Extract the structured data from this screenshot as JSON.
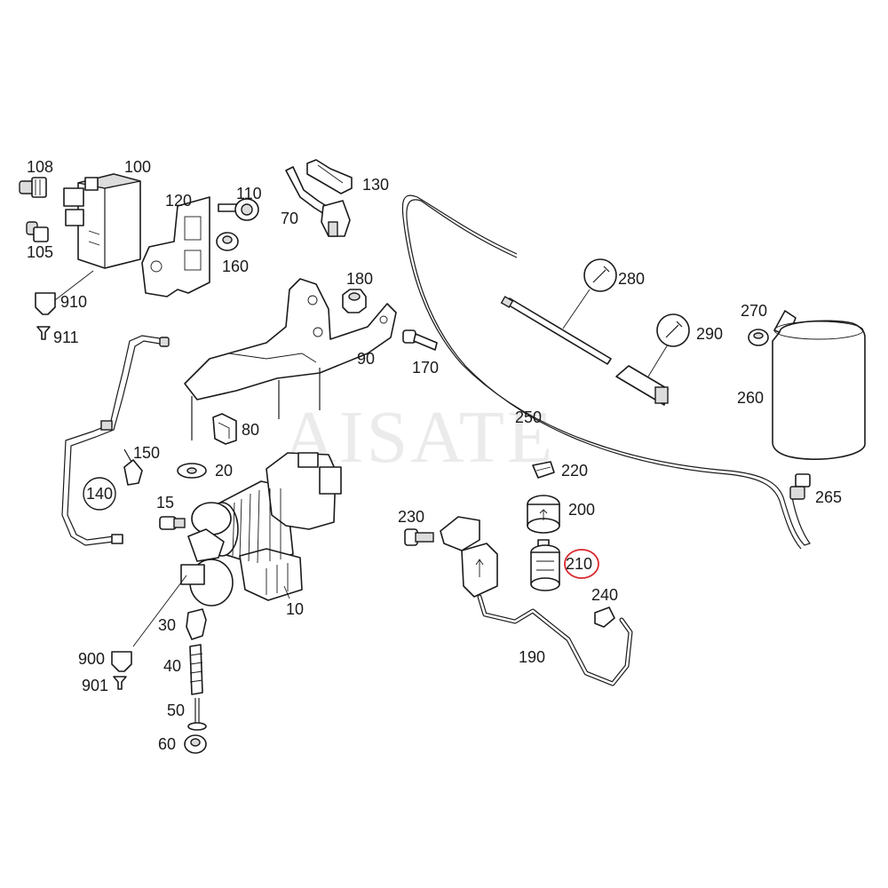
{
  "watermark": "AISATE",
  "highlight_color": "#d9282f",
  "labels": {
    "l108": "108",
    "l100": "100",
    "l105": "105",
    "l910": "910",
    "l911": "911",
    "l120": "120",
    "l110": "110",
    "l160": "160",
    "l70": "70",
    "l130": "130",
    "l180": "180",
    "l90": "90",
    "l170": "170",
    "l80": "80",
    "l150": "150",
    "l140": "140",
    "l20": "20",
    "l15": "15",
    "l10": "10",
    "l30": "30",
    "l40": "40",
    "l50": "50",
    "l60": "60",
    "l900": "900",
    "l901": "901",
    "l280": "280",
    "l290": "290",
    "l270": "270",
    "l260": "260",
    "l265": "265",
    "l250": "250",
    "l220": "220",
    "l200": "200",
    "l230": "230",
    "l210": "210",
    "l240": "240",
    "l190": "190"
  },
  "highlighted_part": "210"
}
